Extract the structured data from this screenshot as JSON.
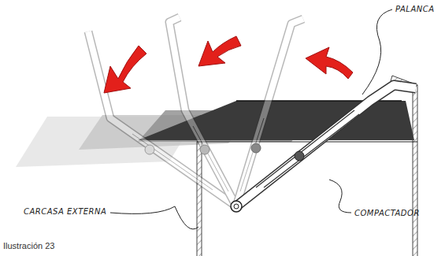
{
  "diagram": {
    "caption": "Ilustración 23",
    "labels": [
      "PALANCA",
      "CARCASA EXTERNA",
      "COMPACTADOR"
    ]
  }
}
